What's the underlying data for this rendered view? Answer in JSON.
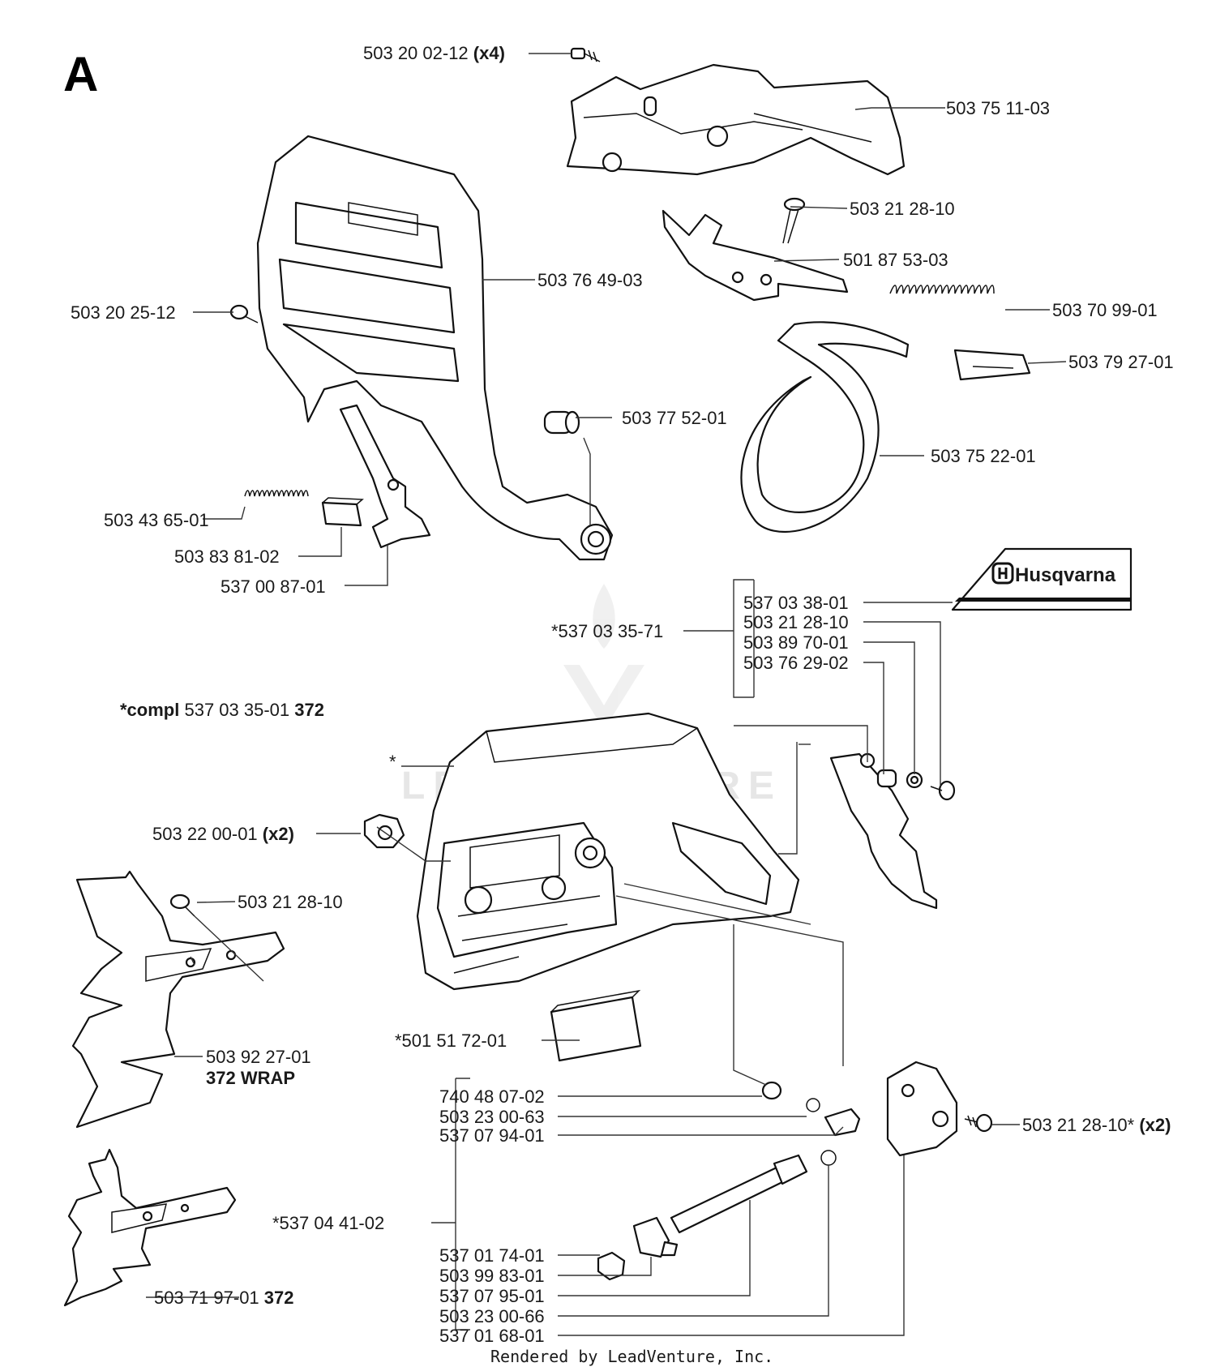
{
  "section_letter": "A",
  "brand_label": "Husqvarna",
  "watermark": "LEADVENTURE",
  "footer": "Rendered by LeadVenture, Inc.",
  "callouts": {
    "c1": {
      "num": "503 20 02-12",
      "suffix": "(x4)"
    },
    "c2": {
      "num": "503 75 11-03"
    },
    "c3": {
      "num": "503 21 28-10"
    },
    "c4": {
      "num": "501 87 53-03"
    },
    "c5": {
      "num": "503 76 49-03"
    },
    "c6": {
      "num": "503 20 25-12"
    },
    "c7": {
      "num": "503 70 99-01"
    },
    "c8": {
      "num": "503 79 27-01"
    },
    "c9": {
      "num": "503 77 52-01"
    },
    "c10": {
      "num": "503 75 22-01"
    },
    "c11": {
      "num": "503 43 65-01"
    },
    "c12": {
      "num": "503 83 81-02"
    },
    "c13": {
      "num": "537 00 87-01"
    },
    "c14": {
      "num": "*537 03 35-71"
    },
    "c15": {
      "num": "537 03 38-01"
    },
    "c16": {
      "num": "503 21 28-10"
    },
    "c17": {
      "num": "503 89 70-01"
    },
    "c18": {
      "num": "503 76 29-02"
    },
    "c19": {
      "prefix": "*compl",
      "num": "537 03 35-01",
      "suffix": "372"
    },
    "c20": {
      "num": "*"
    },
    "c21": {
      "num": "503 22 00-01",
      "suffix": "(x2)"
    },
    "c22": {
      "num": "503 21 28-10"
    },
    "c23": {
      "num": "503 92 27-01",
      "suffix": "372 WRAP"
    },
    "c24": {
      "num": "*501 51 72-01"
    },
    "c25": {
      "num": "740 48 07-02"
    },
    "c26": {
      "num": "503 23 00-63"
    },
    "c27": {
      "num": "537 07 94-01"
    },
    "c28": {
      "num": "503 21 28-10*",
      "suffix": "(x2)"
    },
    "c29": {
      "num": "*537 04 41-02"
    },
    "c30": {
      "num": "537 01 74-01"
    },
    "c31": {
      "num": "503 99 83-01"
    },
    "c32": {
      "num": "537 07 95-01"
    },
    "c33": {
      "num": "503 23 00-66"
    },
    "c34": {
      "num": "537 01 68-01"
    },
    "c35": {
      "num": "503 71 97-01",
      "suffix": "372"
    }
  }
}
